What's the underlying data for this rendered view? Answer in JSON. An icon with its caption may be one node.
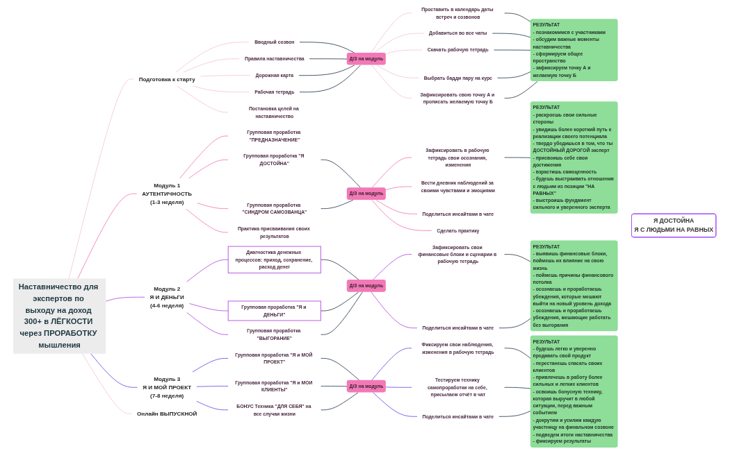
{
  "diagram": {
    "nodes": [
      {
        "text": [
          "Наставничество для экспертов по выходу на доход 300+ в ЛЁГКОСТИ через ПРОРАБОТКУ мышления"
        ]
      },
      {
        "text": [
          "Подготовка к старту"
        ]
      },
      {
        "text": [
          "Вводный созвон"
        ]
      },
      {
        "text": [
          "Правила наставничества"
        ]
      },
      {
        "text": [
          "Дорожная карта"
        ]
      },
      {
        "text": [
          "Рабочая тетрадь"
        ]
      },
      {
        "text": [
          "Постановка целей на наставничество"
        ]
      },
      {
        "text": [
          "Д/З на модуль"
        ]
      },
      {
        "text": [
          "Проставить в календарь даты встреч и созвонов"
        ]
      },
      {
        "text": [
          "Добавиться во все чаты"
        ]
      },
      {
        "text": [
          "Скачать рабочую тетрадь"
        ]
      },
      {
        "text": [
          "Выбрать бадди пару на курс"
        ]
      },
      {
        "text": [
          "Зафиксировать свою точку А и прописать желаемую точку Б"
        ]
      },
      {
        "text": [
          "РЕЗУЛЬТАТ",
          "- познакомимся с участниками",
          "- обсудим важные моменты наставничества",
          "- сформируем общее пространство",
          "- зафиксируем точку А и желаемую точку Б"
        ]
      },
      {
        "text": [
          "Модуль 1",
          "АУТЕНТИЧНОСТЬ",
          "(1-3 неделя)"
        ]
      },
      {
        "text": [
          "Групповая проработка \"ПРЕДНАЗНАЧЕНИЕ\""
        ]
      },
      {
        "text": [
          "Групповая проработка \"Я ДОСТОЙНА\""
        ]
      },
      {
        "text": [
          "Групповая проработка \"СИНДРОМ САМОЗВАНЦА\""
        ]
      },
      {
        "text": [
          "Практика присваивания своих результатов"
        ]
      },
      {
        "text": [
          "Д/З на модуль"
        ]
      },
      {
        "text": [
          "Зафиксировать в рабочую тетрадь свои осознания, изменения"
        ]
      },
      {
        "text": [
          "Вести дневник наблюдений за своими чувствами и эмоциями"
        ]
      },
      {
        "text": [
          "Поделиться инсайтами в чате"
        ]
      },
      {
        "text": [
          "Сделать практику"
        ]
      },
      {
        "text": [
          "РЕЗУЛЬТАТ",
          "- раскроешь свои сильные стороны",
          "- увидишь более короткий путь к реализации своего потенциала",
          "- твердо убедишься в том, что ты ДОСТОЙНЫЙ ДОРОГОЙ эксперт",
          "- присвоишь себе свои достижения",
          "- взрастишь самоценность",
          "- будешь выстраивать отношения с людьми из позиции \"НА РАВНЫХ\"",
          "- выстроишь фундамент сильного и уверенного эксперта"
        ]
      },
      {
        "text": [
          "Модуль 2",
          "Я И ДЕНЬГИ",
          "(4-6 неделя)"
        ]
      },
      {
        "text": [
          "Диагностика денежных процессов: приход, сохранение, расход денег"
        ]
      },
      {
        "text": [
          "Групповая проработка \"Я и ДЕНЬГИ\""
        ]
      },
      {
        "text": [
          "Групповая проработка \"ВЫГОРАНИЕ\""
        ]
      },
      {
        "text": [
          "Д/З на модуль"
        ]
      },
      {
        "text": [
          "Зафиксировать свои финансовые блоки и сценарии в рабочую тетрадь"
        ]
      },
      {
        "text": [
          "Поделиться инсайтами в чате"
        ]
      },
      {
        "text": [
          "РЕЗУЛЬТАТ",
          "- выявишь финансовые блоки, поймешь их влияние на свою жизнь",
          "- поймешь причины финансового потолка",
          "- осознаешь и проработаешь убеждения, которые мешают выйти на новый уровень дохода",
          "- осознаешь и проработаешь убеждения, мешающие работать без выгорания"
        ]
      },
      {
        "text": [
          "Модуль 3",
          "Я И МОЙ ПРОЕКТ",
          "(7-8 неделя)"
        ]
      },
      {
        "text": [
          "Групповая проработка \"Я и МОЙ ПРОЕКТ\""
        ]
      },
      {
        "text": [
          "Групповая проработка \"Я и МОИ КЛИЕНТЫ\""
        ]
      },
      {
        "text": [
          "БОНУС Техника \"ДЛЯ СЕБЯ\" на все случаи жизни"
        ]
      },
      {
        "text": [
          "Д/З на модуль"
        ]
      },
      {
        "text": [
          "Фиксируем свои наблюдения, изменения в рабочую тетрадь"
        ]
      },
      {
        "text": [
          "Тестируем технику самопроработки на себе, присылаем отчёт в чат"
        ]
      },
      {
        "text": [
          "Поделиться инсайтами в чате"
        ]
      },
      {
        "text": [
          "РЕЗУЛЬТАТ",
          "- будешь легко и уверенно продавать свой продукт",
          "- перестанешь спасать своих клиентов",
          "- привлечешь в работу более сильных и легких клиентов",
          "- освоишь бонусную технику, которая выручит в любой ситуации, перед важным событием",
          "- докрутим и усилим каждую участницу на финальном созвоне",
          "- подведем итоги наставничества",
          "- фиксируем результаты"
        ]
      },
      {
        "text": [
          "Онлайн ВЫПУСКНОЙ"
        ]
      },
      {
        "text": [
          "Я ДОСТОЙНА",
          "Я С ЛЮДЬМИ НА РАВНЫХ"
        ]
      }
    ],
    "edges": [
      {
        "from": 0,
        "to": 1,
        "arrow": "none",
        "color": "#f5c6dc"
      },
      {
        "from": 1,
        "to": 2,
        "arrow": "none",
        "color": "#f5c6dc"
      },
      {
        "from": 1,
        "to": 3,
        "arrow": "none",
        "color": "#f5c6dc"
      },
      {
        "from": 1,
        "to": 4,
        "arrow": "none",
        "color": "#f5c6dc"
      },
      {
        "from": 1,
        "to": 5,
        "arrow": "none",
        "color": "#f5c6dc"
      },
      {
        "from": 1,
        "to": 6,
        "arrow": "none",
        "color": "#f5c6dc"
      },
      {
        "from": 2,
        "to": 7,
        "arrow": "none"
      },
      {
        "from": 3,
        "to": 7,
        "arrow": "none"
      },
      {
        "from": 4,
        "to": 7,
        "arrow": "none"
      },
      {
        "from": 5,
        "to": 7,
        "arrow": "none"
      },
      {
        "from": 7,
        "to": 8,
        "arrow": "none",
        "color": "#f5c6dc"
      },
      {
        "from": 7,
        "to": 9,
        "arrow": "none",
        "color": "#f5c6dc"
      },
      {
        "from": 7,
        "to": 10,
        "arrow": "none",
        "color": "#f5c6dc"
      },
      {
        "from": 7,
        "to": 11,
        "arrow": "none",
        "color": "#f5c6dc"
      },
      {
        "from": 7,
        "to": 12,
        "arrow": "none",
        "color": "#f5c6dc"
      },
      {
        "from": 8,
        "to": 13,
        "arrow": "none"
      },
      {
        "from": 9,
        "to": 13,
        "arrow": "none"
      },
      {
        "from": 10,
        "to": 13,
        "arrow": "none"
      },
      {
        "from": 11,
        "to": 13,
        "arrow": "none"
      },
      {
        "from": 12,
        "to": 13,
        "arrow": "none"
      },
      {
        "from": 0,
        "to": 14,
        "arrow": "none",
        "color": "#f37ab8"
      },
      {
        "from": 14,
        "to": 15,
        "arrow": "none",
        "color": "#f37ab8"
      },
      {
        "from": 14,
        "to": 16,
        "arrow": "none",
        "color": "#f37ab8"
      },
      {
        "from": 14,
        "to": 17,
        "arrow": "none",
        "color": "#f37ab8"
      },
      {
        "from": 14,
        "to": 18,
        "arrow": "none",
        "color": "#f37ab8"
      },
      {
        "from": 16,
        "to": 19,
        "arrow": "none"
      },
      {
        "from": 17,
        "to": 19,
        "arrow": "none"
      },
      {
        "from": 19,
        "to": 20,
        "arrow": "none",
        "color": "#f37ab8"
      },
      {
        "from": 19,
        "to": 21,
        "arrow": "none",
        "color": "#f37ab8"
      },
      {
        "from": 19,
        "to": 22,
        "arrow": "none",
        "color": "#f37ab8"
      },
      {
        "from": 19,
        "to": 23,
        "arrow": "none",
        "color": "#f37ab8"
      },
      {
        "from": 20,
        "to": 24,
        "arrow": "none"
      },
      {
        "from": 0,
        "to": 25,
        "arrow": "none",
        "color": "#b44fe0"
      },
      {
        "from": 25,
        "to": 26,
        "arrow": "none",
        "color": "#b44fe0"
      },
      {
        "from": 25,
        "to": 27,
        "arrow": "none",
        "color": "#b44fe0"
      },
      {
        "from": 25,
        "to": 28,
        "arrow": "none",
        "color": "#b44fe0"
      },
      {
        "from": 26,
        "to": 29,
        "arrow": "none"
      },
      {
        "from": 27,
        "to": 29,
        "arrow": "none"
      },
      {
        "from": 28,
        "to": 29,
        "arrow": "none"
      },
      {
        "from": 29,
        "to": 30,
        "arrow": "none",
        "color": "#b44fe0"
      },
      {
        "from": 29,
        "to": 31,
        "arrow": "none",
        "color": "#b44fe0"
      },
      {
        "from": 30,
        "to": 32,
        "arrow": "none"
      },
      {
        "from": 31,
        "to": 32,
        "arrow": "none"
      },
      {
        "from": 0,
        "to": 33,
        "arrow": "none",
        "color": "#6a4fe6"
      },
      {
        "from": 33,
        "to": 34,
        "arrow": "none",
        "color": "#6a4fe6"
      },
      {
        "from": 33,
        "to": 35,
        "arrow": "none",
        "color": "#6a4fe6"
      },
      {
        "from": 33,
        "to": 36,
        "arrow": "none",
        "color": "#6a4fe6"
      },
      {
        "from": 34,
        "to": 37,
        "arrow": "none"
      },
      {
        "from": 35,
        "to": 37,
        "arrow": "none"
      },
      {
        "from": 36,
        "to": 37,
        "arrow": "none"
      },
      {
        "from": 37,
        "to": 38,
        "arrow": "none",
        "color": "#6a4fe6"
      },
      {
        "from": 37,
        "to": 39,
        "arrow": "none",
        "color": "#6a4fe6"
      },
      {
        "from": 37,
        "to": 40,
        "arrow": "none",
        "color": "#6a4fe6"
      },
      {
        "from": 38,
        "to": 41,
        "arrow": "none"
      },
      {
        "from": 39,
        "to": 41,
        "arrow": "none"
      },
      {
        "from": 40,
        "to": 41,
        "arrow": "none"
      },
      {
        "from": 0,
        "to": 42,
        "arrow": "none",
        "color": "#f5c6dc"
      }
    ]
  }
}
